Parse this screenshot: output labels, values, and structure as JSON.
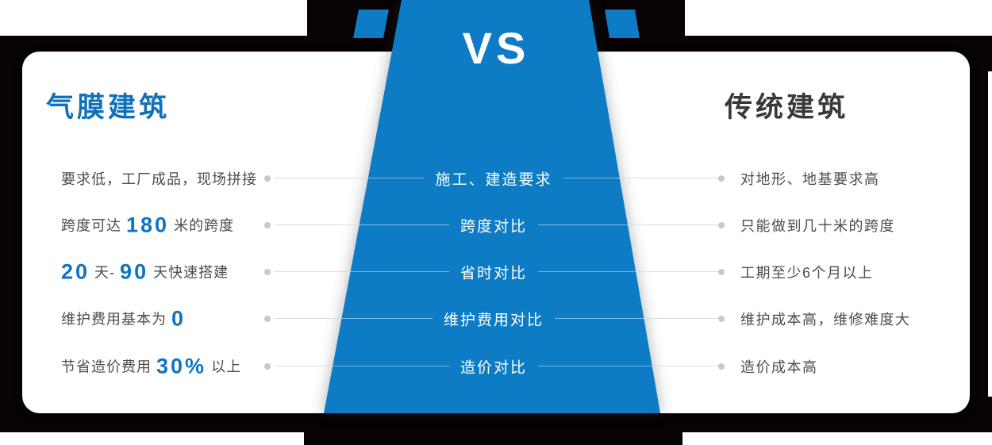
{
  "vs_label": "VS",
  "left_column": {
    "title": "气膜建筑"
  },
  "right_column": {
    "title": "传统建筑"
  },
  "colors": {
    "blue": "#0e7cc4",
    "title_blue": "#1171b8",
    "num_blue": "#0f73c4",
    "dark": "#383838",
    "text": "#4c4c4c",
    "dot": "#c6cacc",
    "black": "#070203"
  },
  "rows": [
    {
      "center": "施工、建造要求",
      "left": [
        {
          "t": "要求低，工厂成品，现场拼接",
          "k": "text"
        }
      ],
      "right": [
        {
          "t": "对地形、地基要求高",
          "k": "text"
        }
      ]
    },
    {
      "center": "跨度对比",
      "left": [
        {
          "t": "跨度可达 ",
          "k": "text"
        },
        {
          "t": "180",
          "k": "num"
        },
        {
          "t": " 米的跨度",
          "k": "text"
        }
      ],
      "right": [
        {
          "t": "只能做到几十米的跨度",
          "k": "text"
        }
      ]
    },
    {
      "center": "省时对比",
      "left": [
        {
          "t": "20",
          "k": "num"
        },
        {
          "t": " 天- ",
          "k": "text"
        },
        {
          "t": "90",
          "k": "num"
        },
        {
          "t": " 天快速搭建",
          "k": "text"
        }
      ],
      "right": [
        {
          "t": "工期至少6个月以上",
          "k": "text"
        }
      ]
    },
    {
      "center": "维护费用对比",
      "left": [
        {
          "t": "维护费用基本为 ",
          "k": "text"
        },
        {
          "t": "0",
          "k": "num"
        }
      ],
      "right": [
        {
          "t": "维护成本高，维修难度大",
          "k": "text"
        }
      ]
    },
    {
      "center": "造价对比",
      "left": [
        {
          "t": "节省造价费用 ",
          "k": "text"
        },
        {
          "t": "30%",
          "k": "num"
        },
        {
          "t": " 以上",
          "k": "text"
        }
      ],
      "right": [
        {
          "t": "造价成本高",
          "k": "text"
        }
      ]
    }
  ]
}
